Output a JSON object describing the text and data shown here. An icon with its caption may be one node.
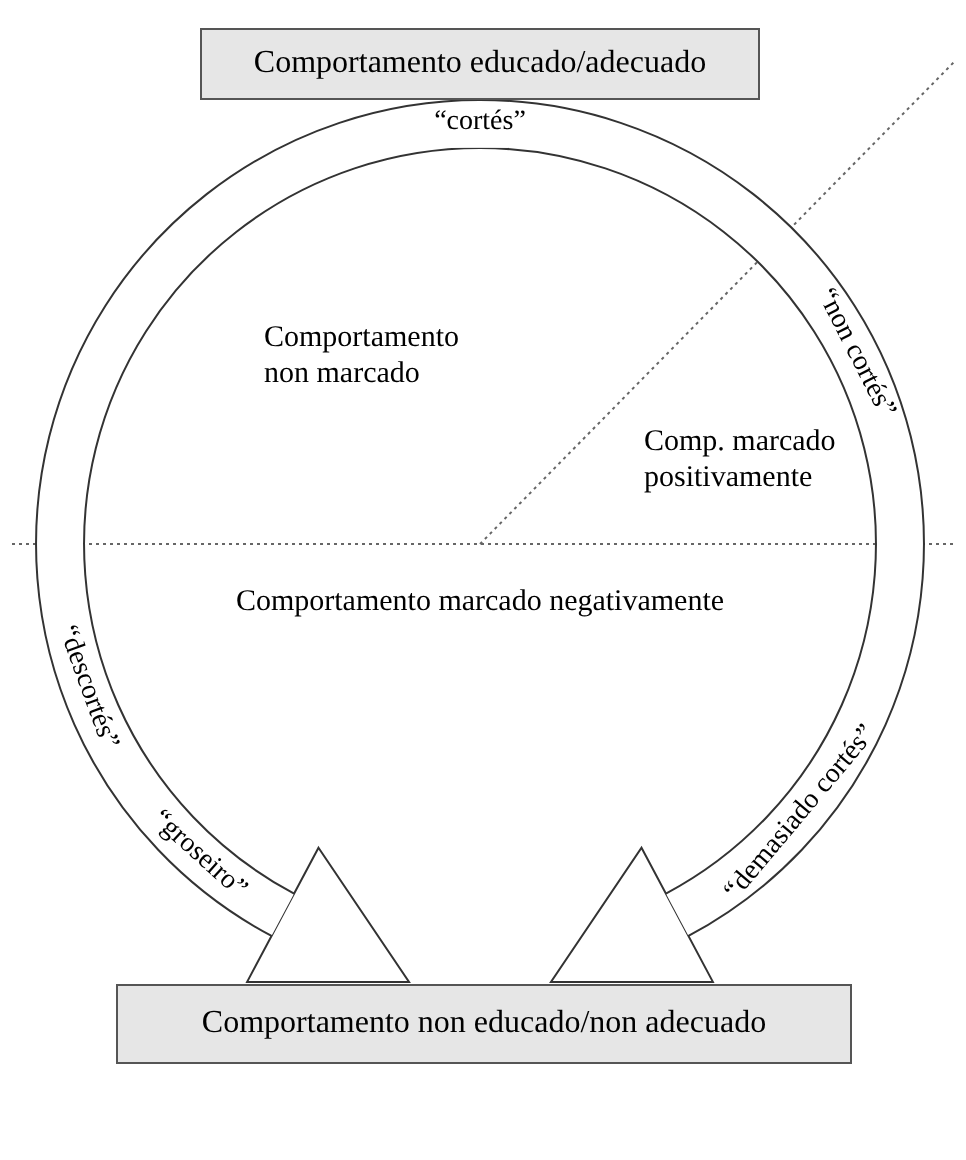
{
  "diagram": {
    "nodes": [
      {
        "text": [
          "Comportamento educado/adecuado"
        ]
      },
      {
        "text": [
          "Comportamento non educado/non adecuado"
        ]
      }
    ],
    "edges": [
      {
        "from": 0,
        "to": 1,
        "arrow": "to"
      },
      {
        "from": 0,
        "to": 1,
        "arrow": "to"
      }
    ],
    "labels": [
      "“cortés”",
      "Comportamento non marcado",
      "“non cortés”",
      "Comp. marcado positivamente",
      "Comportamento marcado negativamente",
      "“descortés”",
      "“groseiro”",
      "“demasiado cortés”"
    ]
  }
}
